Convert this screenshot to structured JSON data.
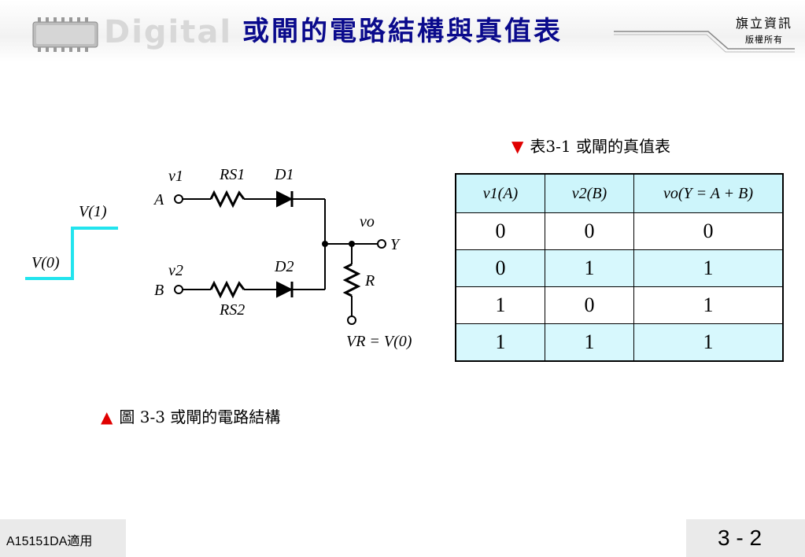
{
  "header": {
    "title": "或閘的電路結構與真值表",
    "watermark": "Digital",
    "publisher_name": "旗立資訊",
    "publisher_rights": "版權所有"
  },
  "table": {
    "caption_marker": "▼",
    "caption": "表3-1 或閘的真值表",
    "headers": [
      "v1(A)",
      "v2(B)",
      "vo(Y = A + B)"
    ],
    "rows": [
      [
        "0",
        "0",
        "0"
      ],
      [
        "0",
        "1",
        "1"
      ],
      [
        "1",
        "0",
        "1"
      ],
      [
        "1",
        "1",
        "1"
      ]
    ]
  },
  "figure": {
    "caption_marker": "▲",
    "caption": "圖 3-3  或閘的電路結構",
    "labels": {
      "v1": "v1",
      "v2": "v2",
      "A": "A",
      "B": "B",
      "RS1": "RS1",
      "RS2": "RS2",
      "D1": "D1",
      "D2": "D2",
      "vo": "vo",
      "Y": "Y",
      "R": "R",
      "VR": "VR = V(0)",
      "V1": "V(1)",
      "V0": "V(0)"
    },
    "pulse_color": "#22e4ee"
  },
  "footer": {
    "course_code": "A15151DA適用",
    "page_number": "3 - 2"
  }
}
